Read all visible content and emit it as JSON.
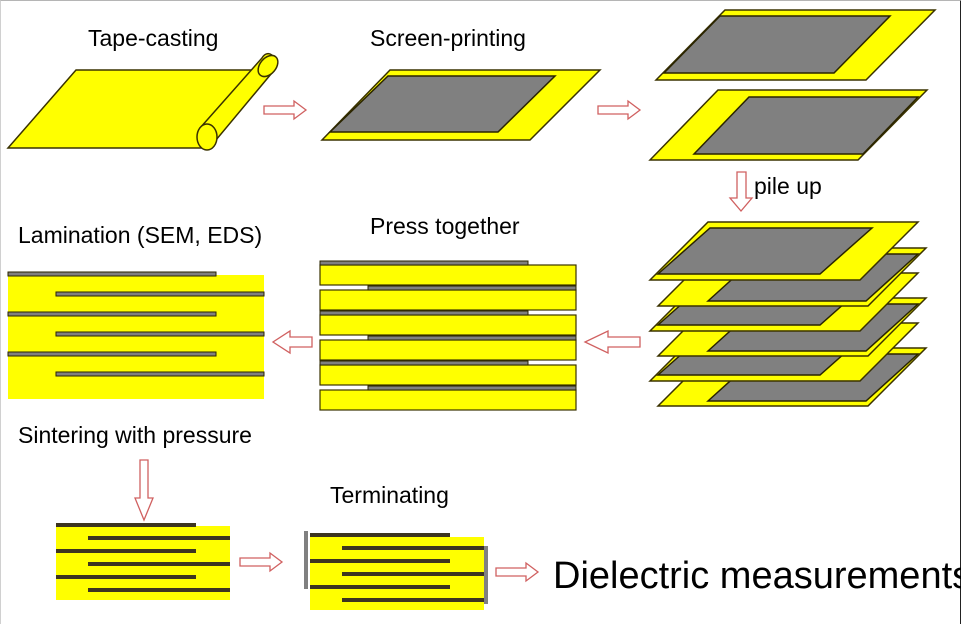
{
  "diagram": {
    "type": "process-flow",
    "title": "Multilayer ceramic fabrication process",
    "colors": {
      "tape": "#ffff00",
      "electrode": "#808080",
      "outline": "#3a3200",
      "arrow": "#d06060",
      "text": "#000000",
      "background": "#ffffff"
    },
    "steps": [
      {
        "id": "tape-casting",
        "label": "Tape-casting"
      },
      {
        "id": "screen-printing",
        "label": "Screen-printing"
      },
      {
        "id": "pile-up",
        "label": "pile up"
      },
      {
        "id": "press-together",
        "label": "Press together"
      },
      {
        "id": "lamination",
        "label": "Lamination (SEM, EDS)"
      },
      {
        "id": "sintering",
        "label": "Sintering with pressure"
      },
      {
        "id": "terminating",
        "label": "Terminating"
      },
      {
        "id": "dielectric",
        "label": "Dielectric measurements"
      }
    ],
    "flow": [
      [
        "tape-casting",
        "screen-printing"
      ],
      [
        "screen-printing",
        "printed-sheets"
      ],
      [
        "printed-sheets",
        "pile-up"
      ],
      [
        "pile-up",
        "press-together"
      ],
      [
        "press-together",
        "lamination"
      ],
      [
        "lamination",
        "sintering"
      ],
      [
        "sintering",
        "terminating"
      ],
      [
        "terminating",
        "dielectric"
      ]
    ],
    "stack_layers": 6
  }
}
